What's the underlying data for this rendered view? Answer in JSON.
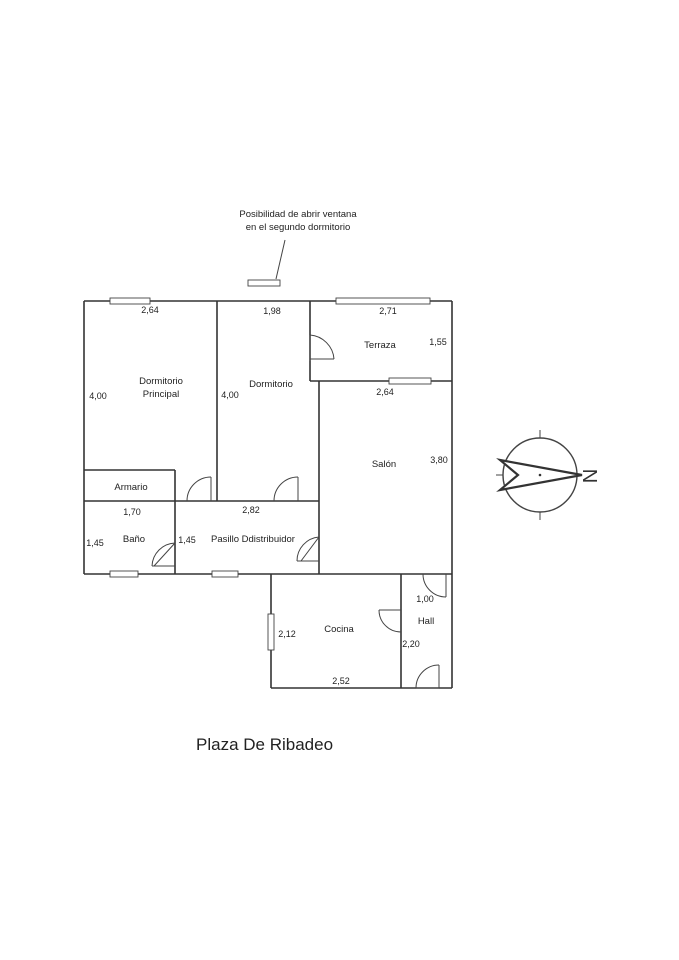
{
  "title": "Plaza De Ribadeo",
  "note": {
    "line1": "Posibilidad de abrir ventana",
    "line2": "en el segundo dormitorio"
  },
  "rooms": {
    "dormitorio_principal": {
      "line1": "Dormitorio",
      "line2": "Principal",
      "width": "2,64",
      "height": "4,00"
    },
    "dormitorio": {
      "label": "Dormitorio",
      "width": "1,98",
      "height": "4,00"
    },
    "terraza": {
      "label": "Terraza",
      "width": "2,71",
      "height": "1,55"
    },
    "salon": {
      "label": "Salón",
      "width": "2,64",
      "height": "3,80"
    },
    "armario": {
      "label": "Armario"
    },
    "bano": {
      "label": "Baño",
      "width": "1,70",
      "height": "1,45"
    },
    "pasillo": {
      "label": "Pasillo Ddistribuidor",
      "width": "2,82",
      "height": "1,45"
    },
    "cocina": {
      "label": "Cocina",
      "width": "2,52",
      "height": "2,12"
    },
    "hall": {
      "label": "Hall",
      "width": "1,00",
      "height": "2,20"
    }
  },
  "compass": {
    "letter": "N",
    "icon": "compass-north-arrow-icon"
  }
}
